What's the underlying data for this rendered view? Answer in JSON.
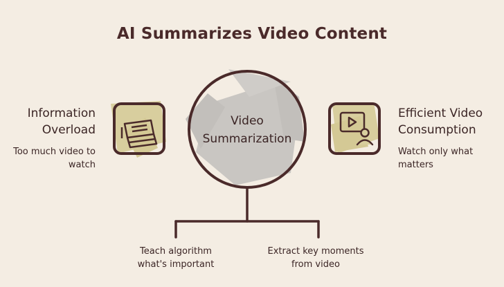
{
  "title": "AI Summarizes Video Content",
  "center": {
    "line1": "Video",
    "line2": "Summarization"
  },
  "left": {
    "title_line1": "Information",
    "title_line2": "Overload",
    "desc_line1": "Too much video to",
    "desc_line2": "watch",
    "icon": "money-stack-icon"
  },
  "right": {
    "title_line1": "Efficient Video",
    "title_line2": "Consumption",
    "desc_line1": "Watch only what",
    "desc_line2": "matters",
    "icon": "video-user-icon"
  },
  "bottom": [
    {
      "line1": "Teach algorithm",
      "line2": "what's important"
    },
    {
      "line1": "Extract key moments",
      "line2": "from video"
    }
  ],
  "colors": {
    "background": "#f4ede3",
    "ink": "#4a2a2a",
    "circle_fill": "#c9c6c2",
    "icon_fill": "#d8ce9e"
  }
}
